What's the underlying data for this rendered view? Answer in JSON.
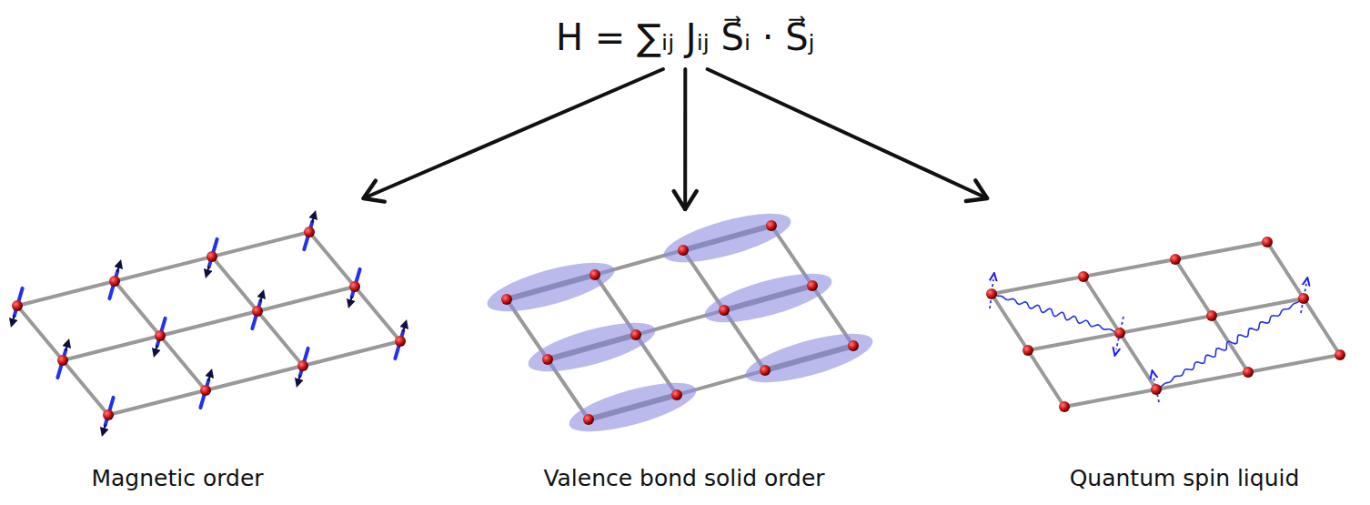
{
  "diagram": {
    "nodes": [
      {
        "text": [
          "H = ∑ᵢⱼ Jᵢⱼ S⃗ᵢ · S⃗ⱼ"
        ]
      },
      {
        "text": [
          "Magnetic order"
        ]
      },
      {
        "text": [
          "Valence bond solid order"
        ]
      },
      {
        "text": [
          "Quantum spin liquid"
        ]
      }
    ],
    "edges": [
      {
        "from": 0,
        "to": 1,
        "arrow": "to"
      },
      {
        "from": 0,
        "to": 2,
        "arrow": "to"
      },
      {
        "from": 0,
        "to": 3,
        "arrow": "to"
      }
    ]
  }
}
